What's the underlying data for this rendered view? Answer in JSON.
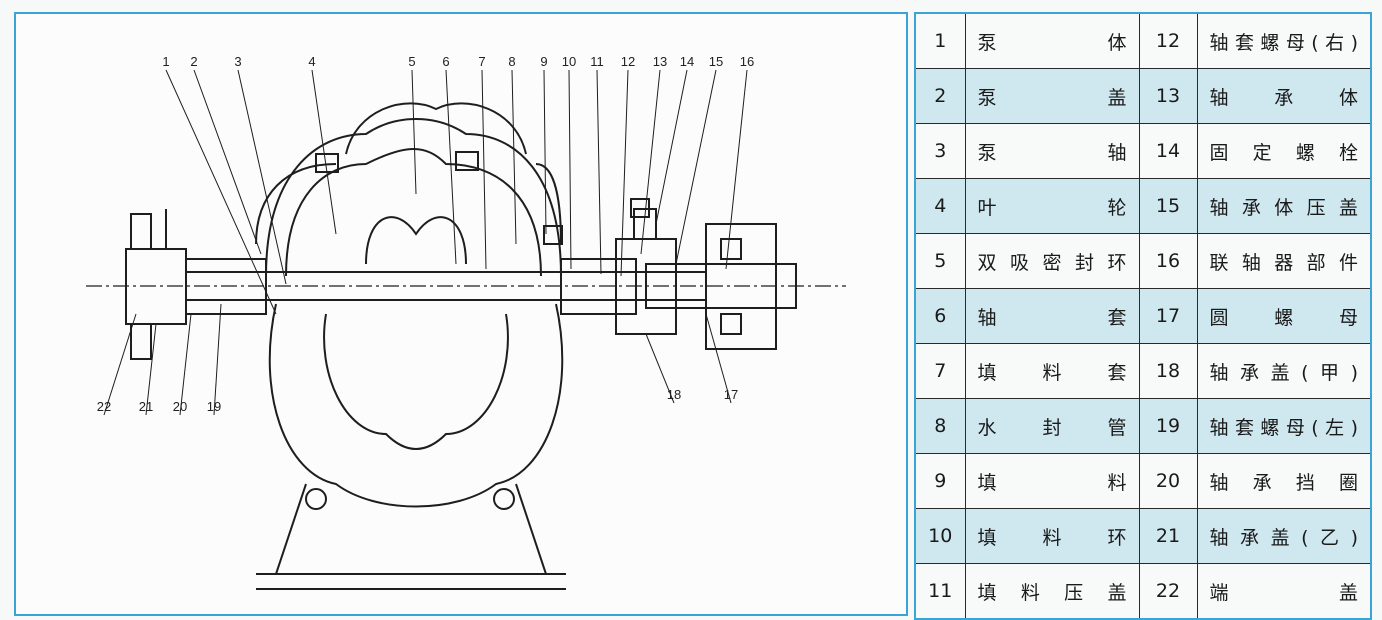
{
  "diagram": {
    "callout_numbers_top": [
      "1",
      "2",
      "3",
      "4",
      "5",
      "6",
      "7",
      "8",
      "9",
      "10",
      "11",
      "12",
      "13",
      "14",
      "15",
      "16"
    ],
    "callout_numbers_bottom_left": [
      "22",
      "21",
      "20",
      "19"
    ],
    "callout_numbers_bottom_right": [
      "18",
      "17"
    ]
  },
  "parts": [
    {
      "left_num": "1",
      "left_name": "泵        体",
      "right_num": "12",
      "right_name": "轴套螺母(右)"
    },
    {
      "left_num": "2",
      "left_name": "泵        盖",
      "right_num": "13",
      "right_name": "轴  承  体"
    },
    {
      "left_num": "3",
      "left_name": "泵        轴",
      "right_num": "14",
      "right_name": "固定螺栓"
    },
    {
      "left_num": "4",
      "left_name": "叶        轮",
      "right_num": "15",
      "right_name": "轴承体压盖"
    },
    {
      "left_num": "5",
      "left_name": "双吸密封环",
      "right_num": "16",
      "right_name": "联轴器部件"
    },
    {
      "left_num": "6",
      "left_name": "轴        套",
      "right_num": "17",
      "right_name": "圆  螺  母"
    },
    {
      "left_num": "7",
      "left_name": "填   料   套",
      "right_num": "18",
      "right_name": "轴承盖(甲)"
    },
    {
      "left_num": "8",
      "left_name": "水   封   管",
      "right_num": "19",
      "right_name": "轴套螺母(左)"
    },
    {
      "left_num": "9",
      "left_name": "填        料",
      "right_num": "20",
      "right_name": "轴承挡圈"
    },
    {
      "left_num": "10",
      "left_name": "填   料   环",
      "right_num": "21",
      "right_name": "轴承盖(乙)"
    },
    {
      "left_num": "11",
      "left_name": "填料压盖",
      "right_num": "22",
      "right_name": "端        盖"
    }
  ]
}
